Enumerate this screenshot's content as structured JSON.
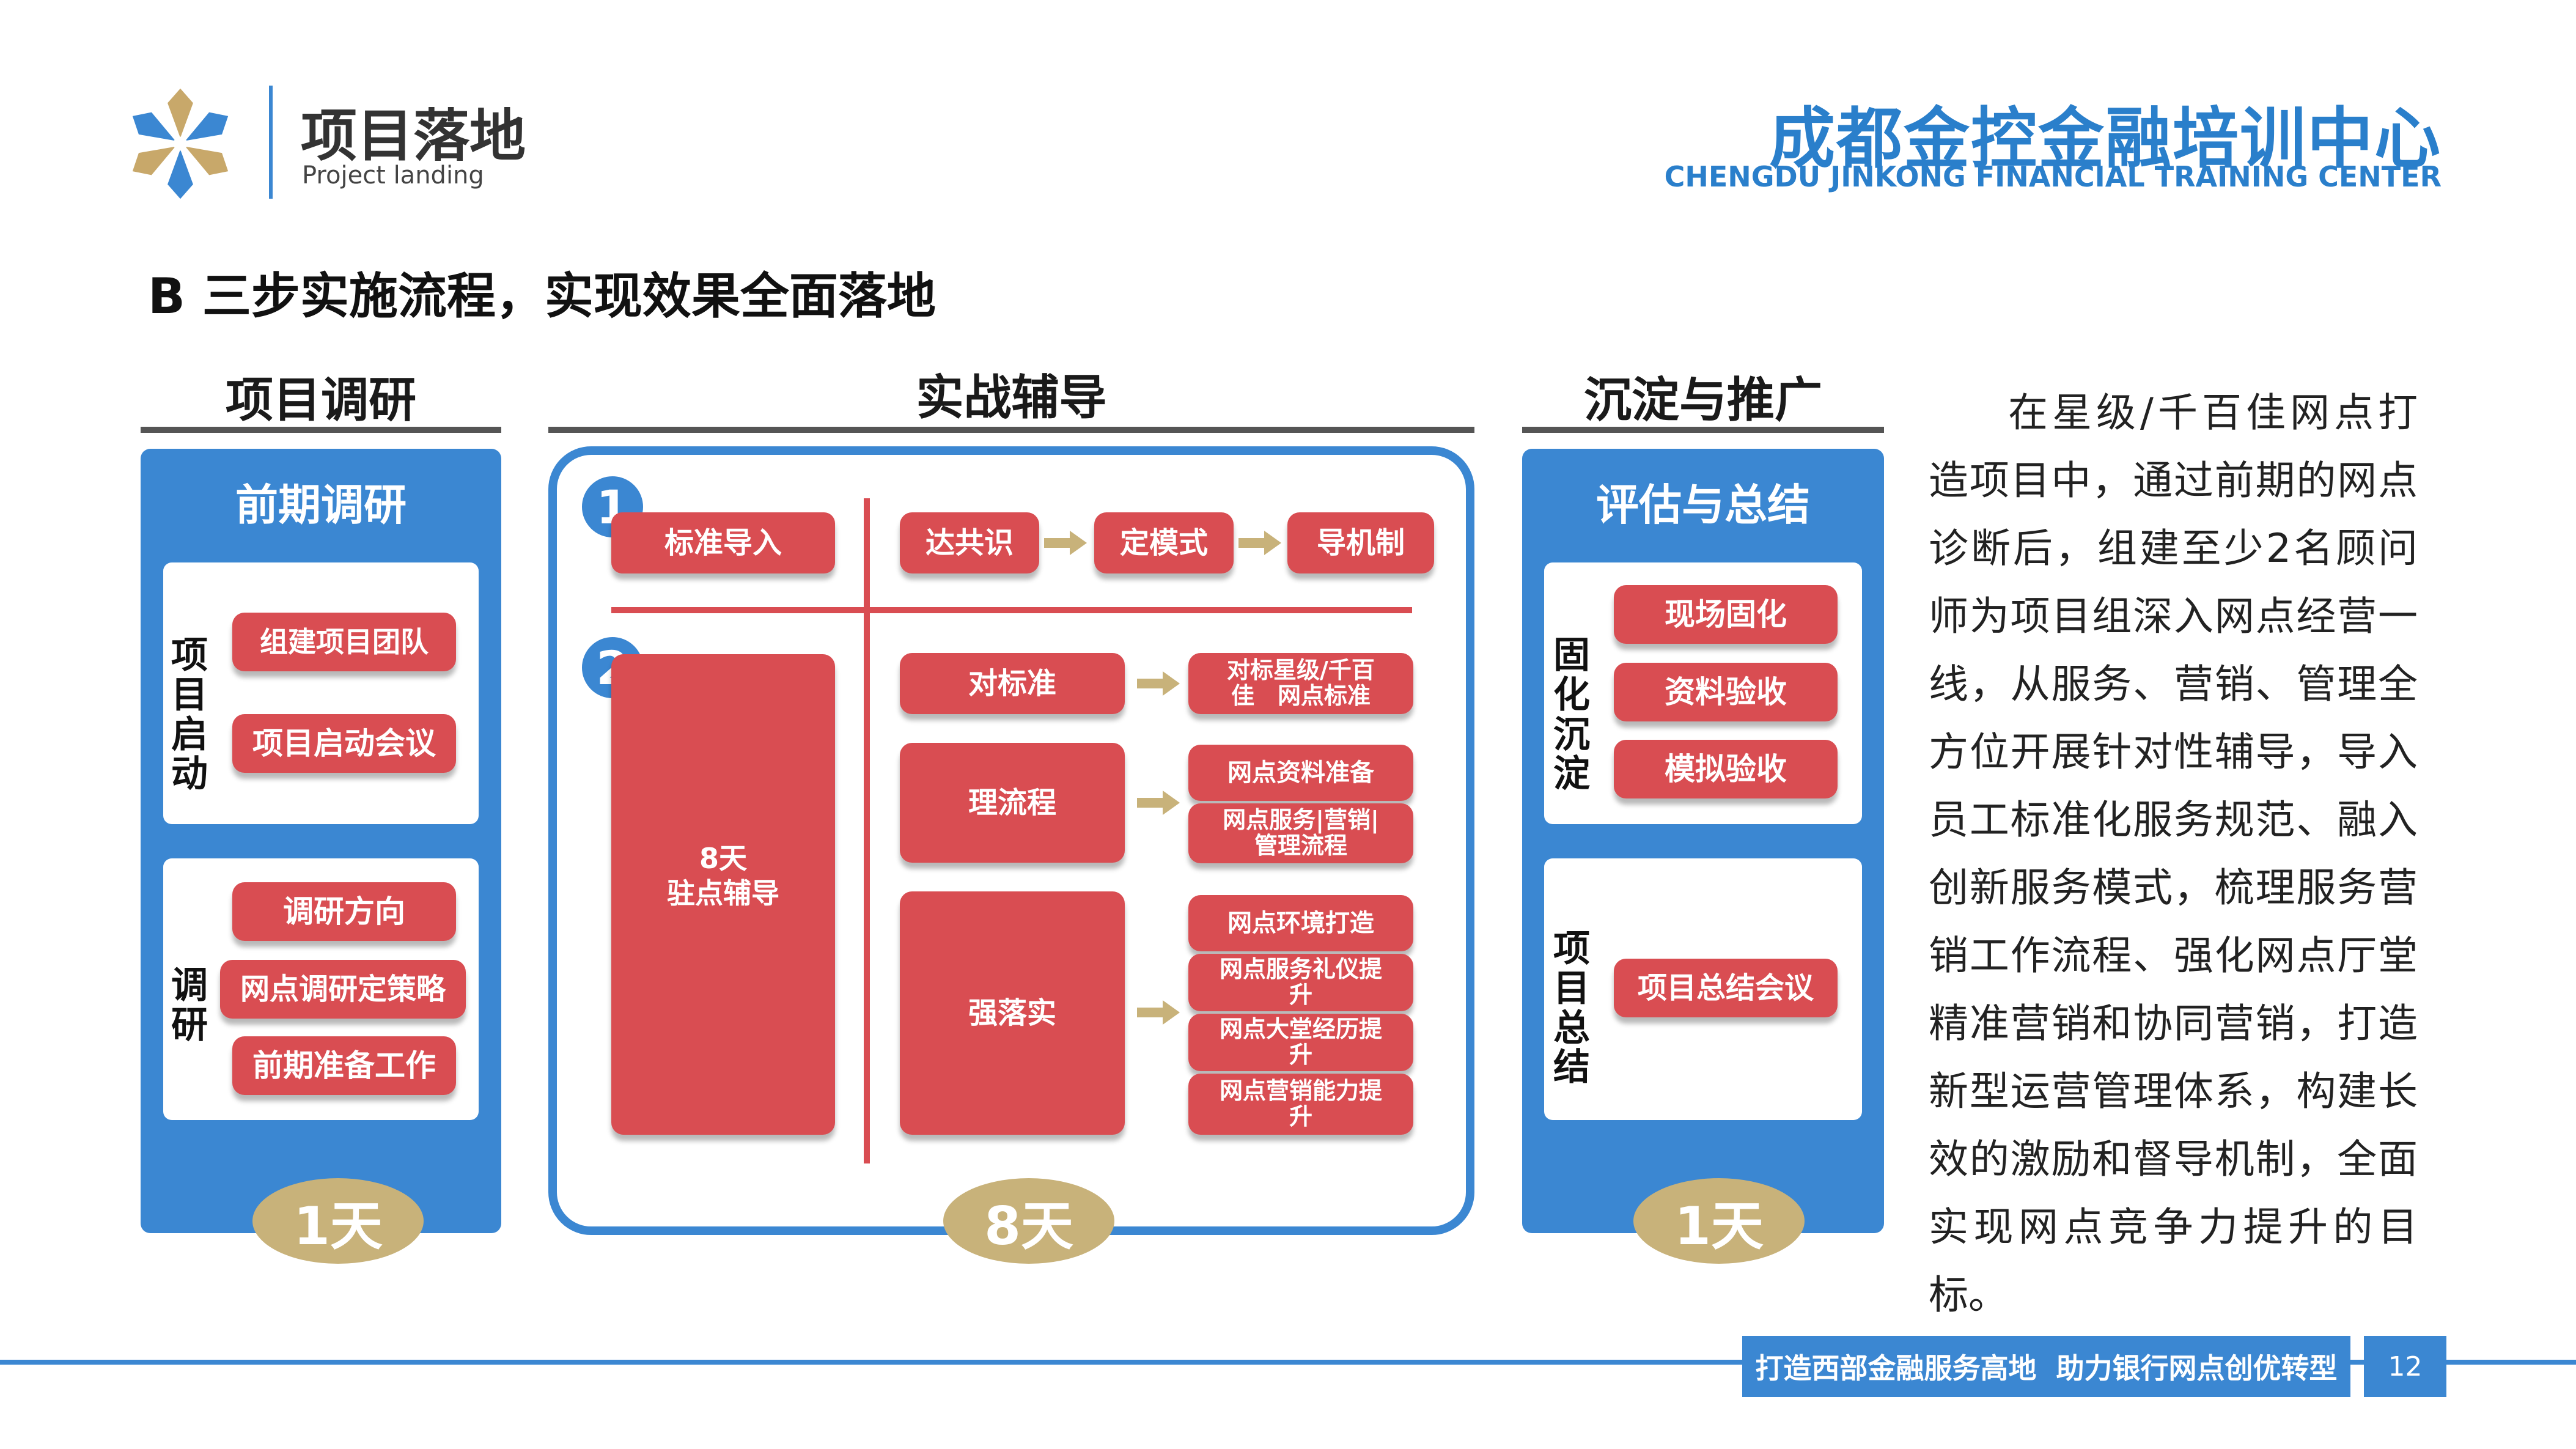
{
  "header": {
    "section_title": "项目落地",
    "section_subtitle": "Project landing",
    "org_name_cn": "成都金控金融培训中心",
    "org_name_en": "CHENGDU JINKONG FINANCIAL TRAINING CENTER"
  },
  "page_heading": "B 三步实施流程，实现效果全面落地",
  "col1": {
    "heading": "项目调研",
    "panel_title": "前期调研",
    "group1": {
      "label": "项目启动",
      "items": [
        "组建项目团队",
        "项目启动会议"
      ]
    },
    "group2": {
      "label": "调研",
      "items": [
        "调研方向",
        "网点调研定策略",
        "前期准备工作"
      ]
    },
    "days": "1天"
  },
  "col2": {
    "heading": "实战辅导",
    "step1": {
      "num": "1",
      "left": "标准导入",
      "flow": [
        "达共识",
        "定模式",
        "导机制"
      ]
    },
    "step2": {
      "num": "2",
      "left": "8天\n驻点辅导",
      "rows": [
        {
          "name": "对标准",
          "items": [
            "对标星级/千百\n佳　网点标准"
          ]
        },
        {
          "name": "理流程",
          "items": [
            "网点资料准备",
            "网点服务|营销|\n管理流程"
          ]
        },
        {
          "name": "强落实",
          "items": [
            "网点环境打造",
            "网点服务礼仪提\n升",
            "网点大堂经历提\n升",
            "网点营销能力提\n升"
          ]
        }
      ]
    },
    "days": "8天"
  },
  "col3": {
    "heading": "沉淀与推广",
    "panel_title": "评估与总结",
    "group1": {
      "label": "固化沉淀",
      "items": [
        "现场固化",
        "资料验收",
        "模拟验收"
      ]
    },
    "group2": {
      "label": "项目总结",
      "items": [
        "项目总结会议"
      ]
    },
    "days": "1天"
  },
  "description": "在星级/千百佳网点打造项目中，通过前期的网点诊断后，组建至少2名顾问师为项目组深入网点经营一线，从服务、营销、管理全方位开展针对性辅导，导入员工标准化服务规范、融入创新服务模式，梳理服务营销工作流程、强化网点厅堂精准营销和协同营销，打造新型运营管理体系，构建长效的激励和督导机制，全面实现网点竞争力提升的目标。",
  "footer": {
    "slogan": "打造西部金融服务高地  助力银行网点创优转型",
    "page_number": "12"
  },
  "colors": {
    "blue": "#3b87d2",
    "red": "#d94d52",
    "gold": "#c8b27a",
    "header_blue": "#2a7fcb"
  },
  "icons": [
    "star-logo-icon",
    "arrow-right-icon"
  ]
}
